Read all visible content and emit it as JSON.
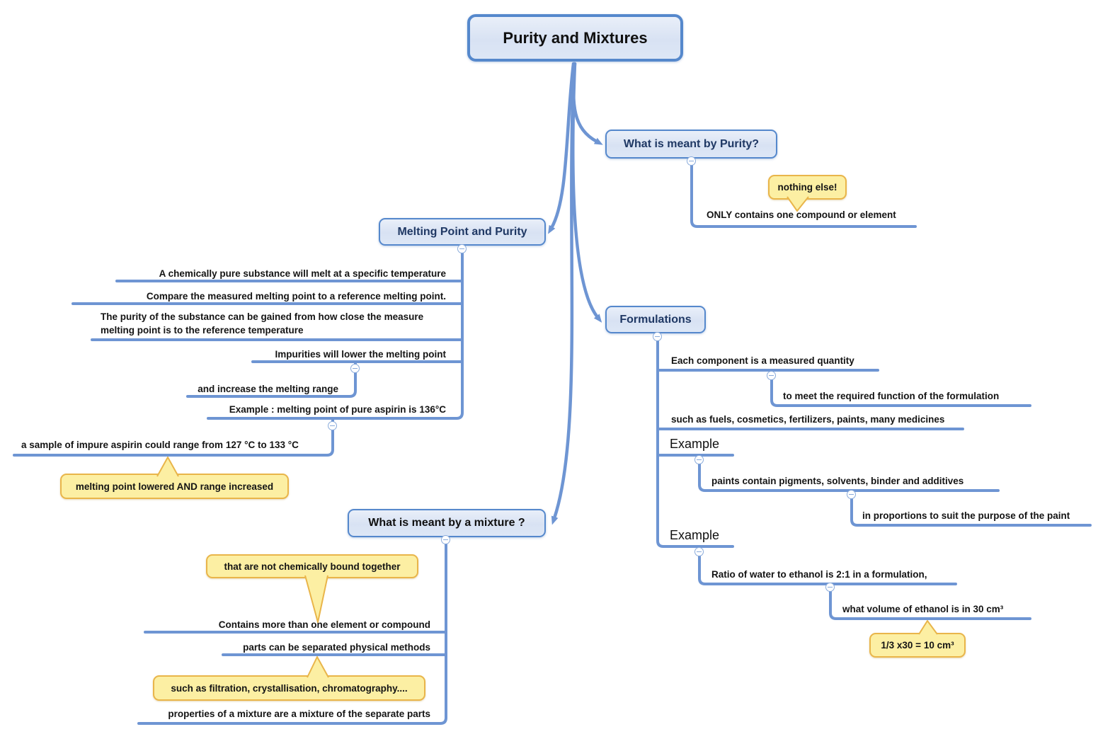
{
  "colors": {
    "branch_blue": "#6e95d3",
    "node_border_blue": "#5588cc",
    "node_fill_blue": "#dbe5f4",
    "topic_text_navy": "#1f3864",
    "callout_fill_yellow": "#fcefa3",
    "callout_border_orange": "#e9b54a",
    "text_black": "#141414"
  },
  "root": {
    "label": "Purity and Mixtures"
  },
  "purity": {
    "topic": "What is meant by Purity?",
    "child": "ONLY contains one compound or element",
    "callout": "nothing else!"
  },
  "melting": {
    "topic": "Melting Point and Purity",
    "items": [
      "A chemically pure substance will melt at a specific temperature",
      "Compare the measured melting point to a reference melting point.",
      "The purity of the substance can be gained from how close the measure melting point is to the reference temperature",
      "Impurities will lower the melting point",
      "and increase the melting range",
      "Example : melting point of pure aspirin is 136°C",
      "a sample of impure aspirin could range from 127 °C to 133 °C"
    ],
    "callout": "melting point lowered AND range increased"
  },
  "formulations": {
    "topic": "Formulations",
    "items": [
      "Each component is a measured quantity",
      "to meet the required function of the formulation",
      "such as fuels, cosmetics, fertilizers, paints, many medicines",
      "Example",
      "paints contain pigments, solvents, binder and additives",
      "in proportions to suit the purpose of the paint",
      "Example",
      "Ratio of water to ethanol is 2:1 in a formulation,",
      "what volume of ethanol is in 30 cm³"
    ],
    "callout": "1/3 x30 = 10 cm³"
  },
  "mixture": {
    "topic": "What is meant by a mixture ?",
    "items": [
      "Contains more than one element or compound",
      "parts can be separated physical methods",
      "properties of a mixture are a mixture of the separate parts"
    ],
    "callouts": [
      "that are not chemically bound together",
      "such as filtration, crystallisation, chromatography...."
    ]
  }
}
